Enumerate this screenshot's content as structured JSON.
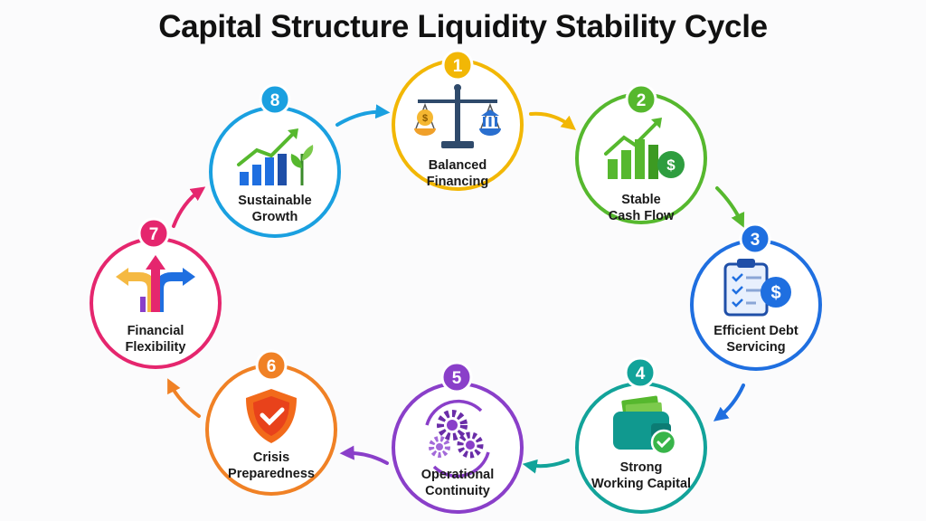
{
  "title": "Capital Structure Liquidity Stability Cycle",
  "steps": [
    {
      "number": "1",
      "lines": [
        "Balanced",
        "Financing"
      ],
      "color": "#f2b705",
      "icon": "scales-icon"
    },
    {
      "number": "2",
      "lines": [
        "Stable",
        "Cash Flow"
      ],
      "color": "#56b82e",
      "icon": "growth-chart-dollar-icon"
    },
    {
      "number": "3",
      "lines": [
        "Efficient Debt",
        "Servicing"
      ],
      "color": "#1f6fe0",
      "icon": "clipboard-dollar-icon"
    },
    {
      "number": "4",
      "lines": [
        "Strong",
        "Working Capital"
      ],
      "color": "#12a39a",
      "icon": "wallet-check-icon"
    },
    {
      "number": "5",
      "lines": [
        "Operational",
        "Continuity"
      ],
      "color": "#8a3fc9",
      "icon": "gears-cycle-icon"
    },
    {
      "number": "6",
      "lines": [
        "Crisis",
        "Preparedness"
      ],
      "color": "#f08125",
      "icon": "shield-check-icon"
    },
    {
      "number": "7",
      "lines": [
        "Financial",
        "Flexibility"
      ],
      "color": "#e5266e",
      "icon": "branching-arrows-icon"
    },
    {
      "number": "8",
      "lines": [
        "Sustainable",
        "Growth"
      ],
      "color": "#1aa0e0",
      "icon": "growth-bars-plant-icon"
    }
  ]
}
